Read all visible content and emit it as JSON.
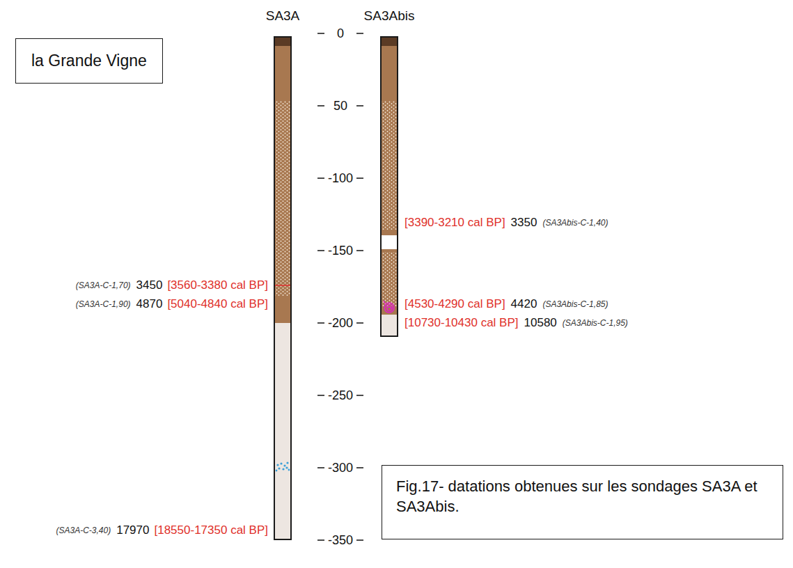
{
  "diagram": {
    "title": "la Grande Vigne",
    "caption": "Fig.17- datations obtenues sur les sondages SA3A et SA3Abis.",
    "nodes": [
      {
        "text": [
          "SA3A"
        ]
      },
      {
        "text": [
          "SA3Abis"
        ]
      }
    ],
    "labels": [
      "(SA3A-C-1,70)",
      "3450",
      "[3560-3380 cal BP]",
      "(SA3A-C-1,90)",
      "4870",
      "[5040-4840 cal BP]",
      "(SA3A-C-3,40)",
      "17970",
      "[18550-17350 cal BP]",
      "[3390-3210 cal BP]",
      "3350",
      "(SA3Abis-C-1,40)",
      "[4530-4290 cal BP]",
      "4420",
      "(SA3Abis-C-1,85)",
      "[10730-10430 cal BP]",
      "10580",
      "(SA3Abis-C-1,95)",
      "0",
      "50",
      "-100",
      "-150",
      "-200",
      "-250",
      "-300",
      "-350"
    ]
  }
}
